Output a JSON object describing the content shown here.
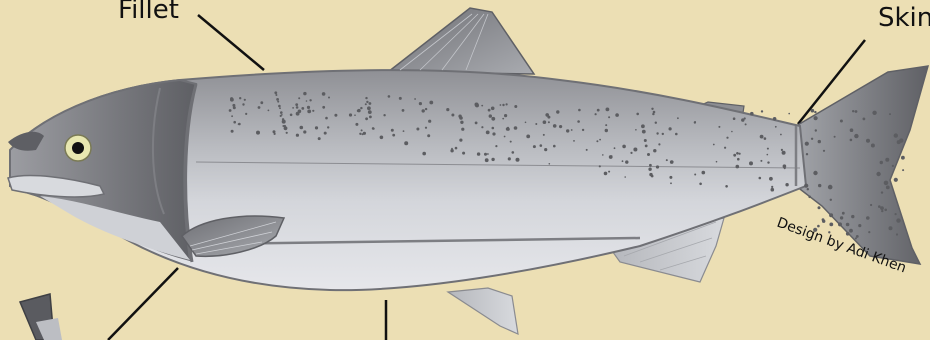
{
  "labels": {
    "fillet": "Fillet",
    "skin": "Skin"
  },
  "credit": "Design by Adi Khen",
  "colors": {
    "background": "#ecdfb4",
    "body_light": "#d3d5da",
    "body_dark": "#6a6b70",
    "outline": "#7d7e83",
    "spots": "#5c5d61"
  }
}
